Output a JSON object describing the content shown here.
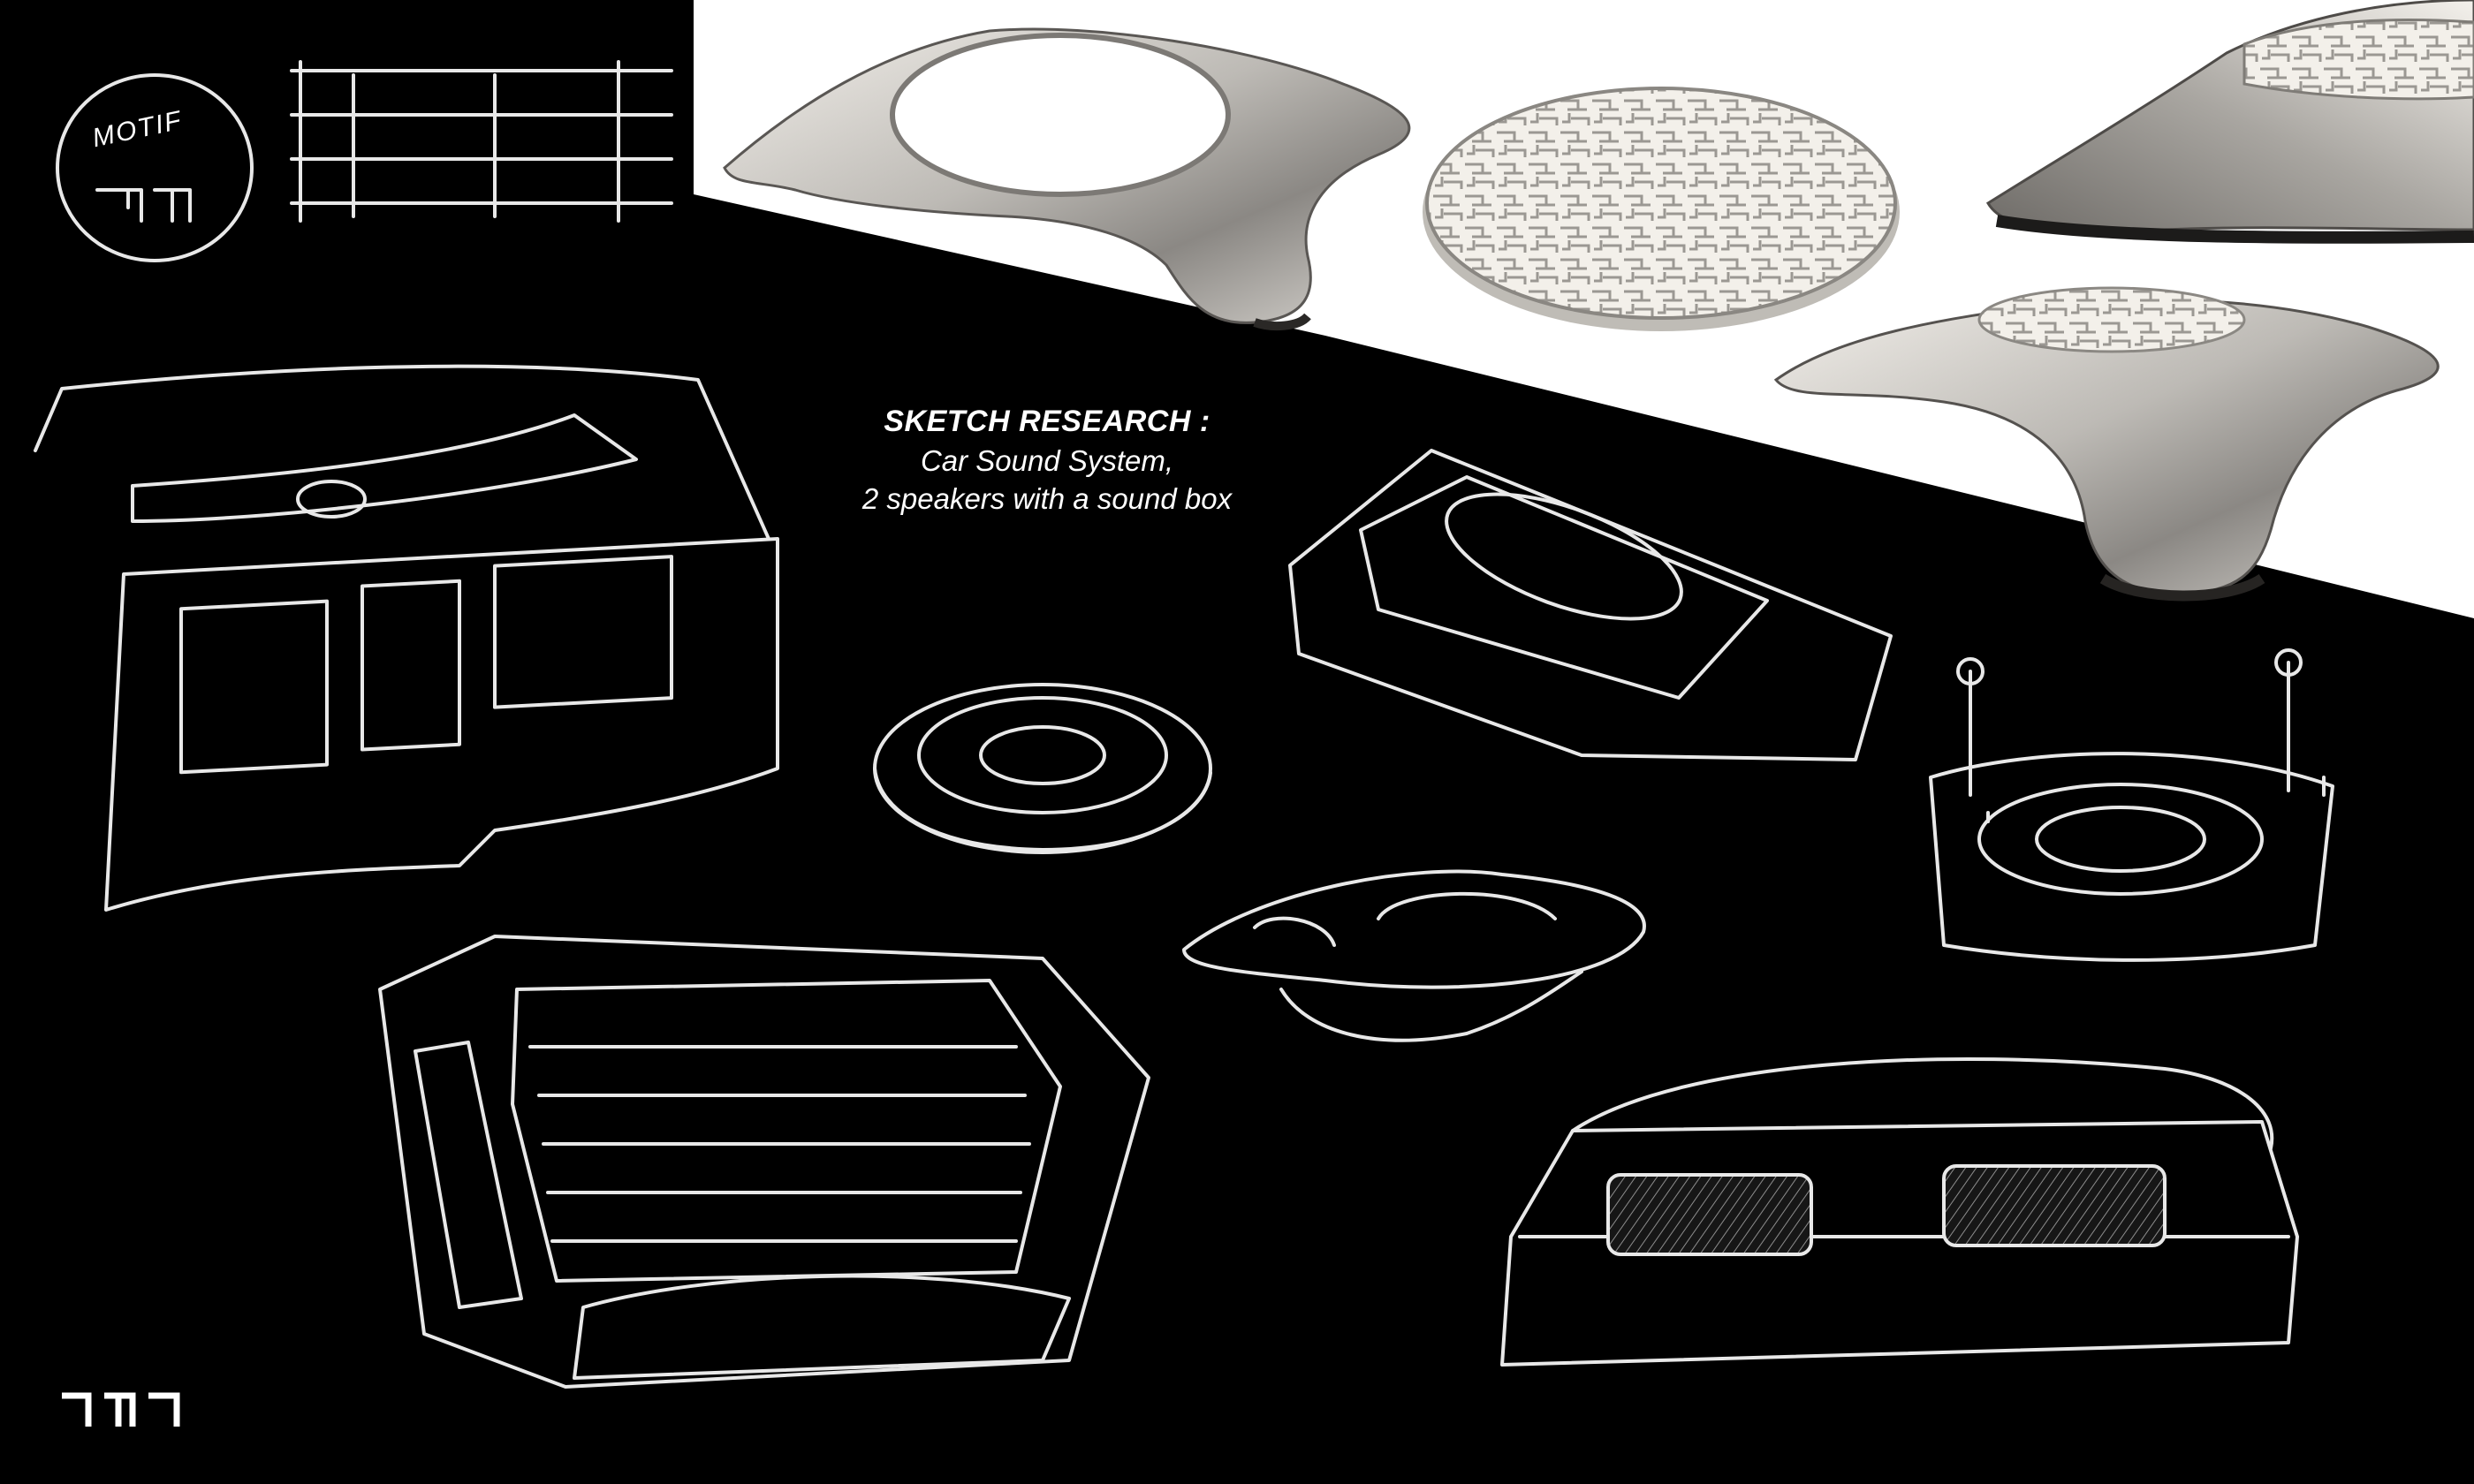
{
  "caption": {
    "title": "SKETCH RESEARCH :",
    "line1": "Car Sound System,",
    "line2": "2 speakers with a sound box"
  },
  "motif_label": "MOTIF",
  "colors": {
    "background": "#000000",
    "panel": "#ffffff",
    "sketch_line": "#e8e8e8",
    "metal_light": "#e9e6e1",
    "metal_dark": "#6f6c68"
  },
  "logo_icon": "jmc-monogram-icon"
}
